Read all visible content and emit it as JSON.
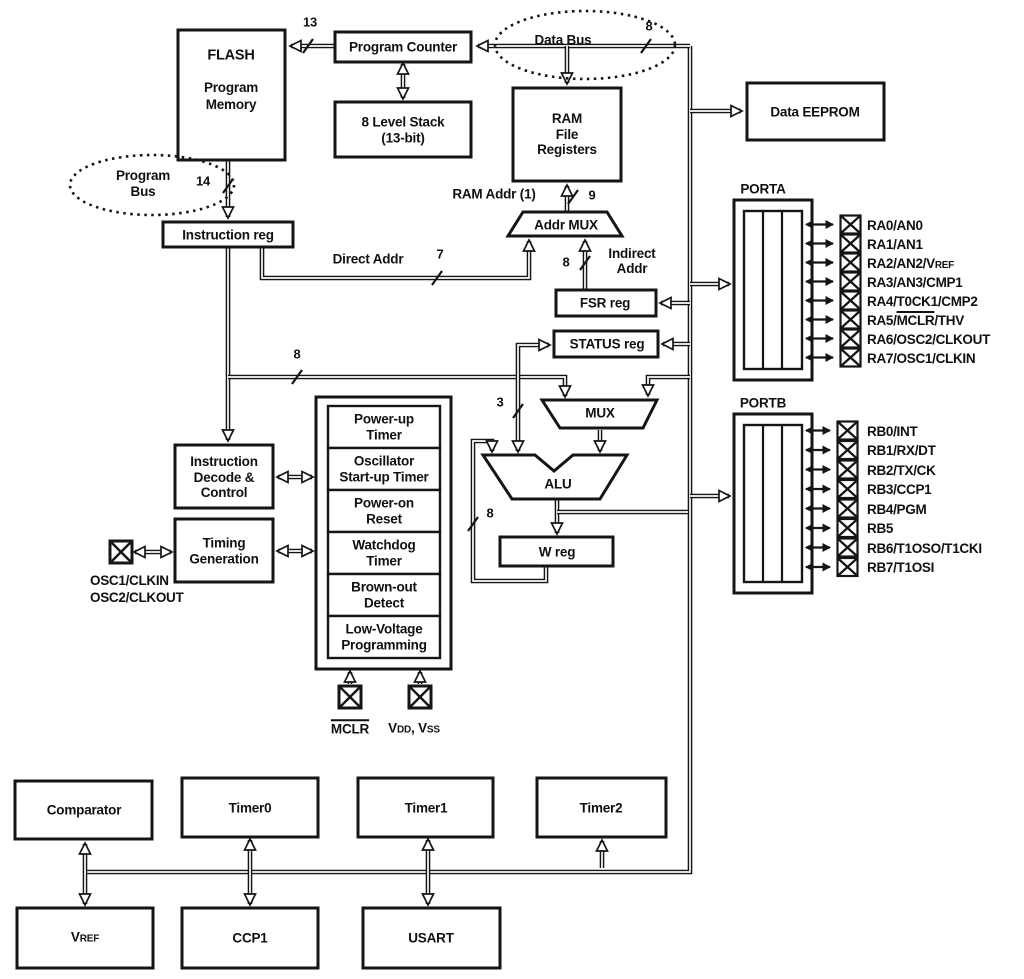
{
  "blocks": {
    "flash_title": "FLASH",
    "flash_sub": "Program\nMemory",
    "program_counter": "Program Counter",
    "stack": "8 Level Stack\n(13-bit)",
    "ram": "RAM\nFile\nRegisters",
    "data_eeprom": "Data EEPROM",
    "instruction_reg": "Instruction reg",
    "addr_mux": "Addr MUX",
    "fsr_reg": "FSR reg",
    "status_reg": "STATUS reg",
    "mux": "MUX",
    "alu": "ALU",
    "w_reg": "W reg",
    "instruction_decode": "Instruction\nDecode &\nControl",
    "timing_generation": "Timing\nGeneration",
    "reset_items": [
      "Power-up\nTimer",
      "Oscillator\nStart-up Timer",
      "Power-on\nReset",
      "Watchdog\nTimer",
      "Brown-out\nDetect",
      "Low-Voltage\nProgramming"
    ],
    "comparator": "Comparator",
    "timer0": "Timer0",
    "timer1": "Timer1",
    "timer2": "Timer2",
    "vref_pre": "V",
    "vref_sub": "REF",
    "ccp1": "CCP1",
    "usart": "USART"
  },
  "buses": {
    "data_bus": "Data Bus",
    "program_bus": "Program\nBus",
    "ram_addr": "RAM Addr (1)",
    "direct_addr": "Direct Addr",
    "indirect_addr": "Indirect\nAddr",
    "w_pc_flash": "13",
    "w_data_bus": "8",
    "w_program_bus": "14",
    "w_ram_addr": "9",
    "w_direct": "7",
    "w_indirect": "8",
    "w_instr": "8",
    "w_alu": "3",
    "w_wreg": "8"
  },
  "pins": {
    "osc": "OSC1/CLKIN\nOSC2/CLKOUT",
    "mclr": "MCLR",
    "vdd_pre": "V",
    "vdd_sub": "DD",
    "vdd_mid": ", V",
    "vss_sub": "SS",
    "porta_title": "PORTA",
    "porta": [
      {
        "pre": "RA0/AN0"
      },
      {
        "pre": "RA1/AN1"
      },
      {
        "pre": "RA2/AN2/V",
        "sub": "REF"
      },
      {
        "pre": "RA3/AN3/CMP1"
      },
      {
        "pre": "RA4/T0CK1/CMP2"
      },
      {
        "pre": "RA5/",
        "over": "MCLR",
        "post": "/THV"
      },
      {
        "pre": "RA6/OSC2/CLKOUT"
      },
      {
        "pre": "RA7/OSC1/CLKIN"
      }
    ],
    "portb_title": "PORTB",
    "portb": [
      {
        "pre": "RB0/INT"
      },
      {
        "pre": "RB1/RX/DT"
      },
      {
        "pre": "RB2/TX/CK"
      },
      {
        "pre": "RB3/CCP1"
      },
      {
        "pre": "RB4/PGM"
      },
      {
        "pre": "RB5"
      },
      {
        "pre": "RB6/T1OSO/T1CKI"
      },
      {
        "pre": "RB7/T1OSI"
      }
    ]
  }
}
